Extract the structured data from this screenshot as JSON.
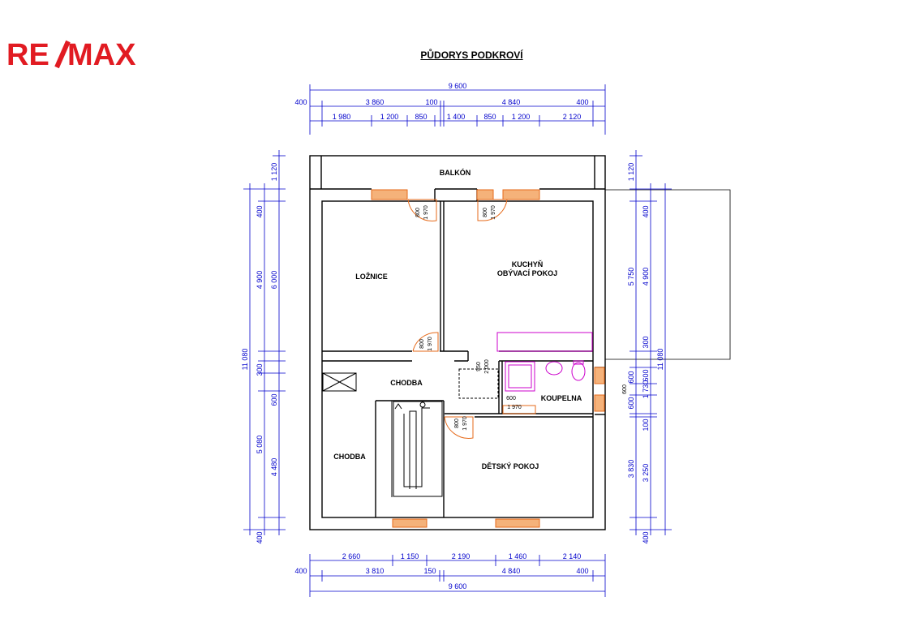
{
  "logo": {
    "text_left": "RE",
    "text_right": "MAX",
    "color": "#e11b22"
  },
  "title": "PŮDORYS PODKROVÍ",
  "rooms": {
    "balkon": "BALKÓN",
    "loznice": "LOŽNICE",
    "kuchyn_1": "KUCHYŇ",
    "kuchyn_2": "OBÝVACÍ POKOJ",
    "chodba_upper": "CHODBA",
    "chodba_lower": "CHODBA",
    "koupelna": "KOUPELNA",
    "detsky": "DĚTSKÝ POKOJ"
  },
  "dims_top": {
    "total": "9 600",
    "r2": [
      "400",
      "3 860",
      "100",
      "4 840",
      "400"
    ],
    "r3": [
      "1 980",
      "1 200",
      "850",
      "1 400",
      "850",
      "1 200",
      "2 120"
    ]
  },
  "dims_bottom": {
    "total": "9 600",
    "r2": [
      "400",
      "3 810",
      "150",
      "4 840",
      "400"
    ],
    "r1": [
      "2 660",
      "1 150",
      "2 190",
      "1 460",
      "2 140"
    ]
  },
  "dims_left": {
    "total": "11 080",
    "a": [
      "1 120",
      "400",
      "4 900",
      "300",
      "600",
      "5 080",
      "400"
    ],
    "b": [
      "6 000",
      "4 480"
    ]
  },
  "dims_right": {
    "total": "11 080",
    "a": [
      "1 120",
      "5 750",
      "600",
      "1 730",
      "600",
      "3 830",
      "400"
    ],
    "b": [
      "400",
      "4 900",
      "300",
      "600",
      "100",
      "3 250"
    ]
  },
  "openings": {
    "d1": [
      "800",
      "1 970"
    ],
    "d2": [
      "800",
      "1 970"
    ],
    "d3": [
      "800",
      "1 970"
    ],
    "d4": [
      "800",
      "1 970"
    ],
    "hatch": [
      "950",
      "2 000"
    ],
    "bath": [
      "600",
      "1 970"
    ],
    "win": "600"
  },
  "colors": {
    "dimension": "#0000cc",
    "wall": "#000000",
    "window": "#e66a1a",
    "fixture": "#cc00cc"
  }
}
